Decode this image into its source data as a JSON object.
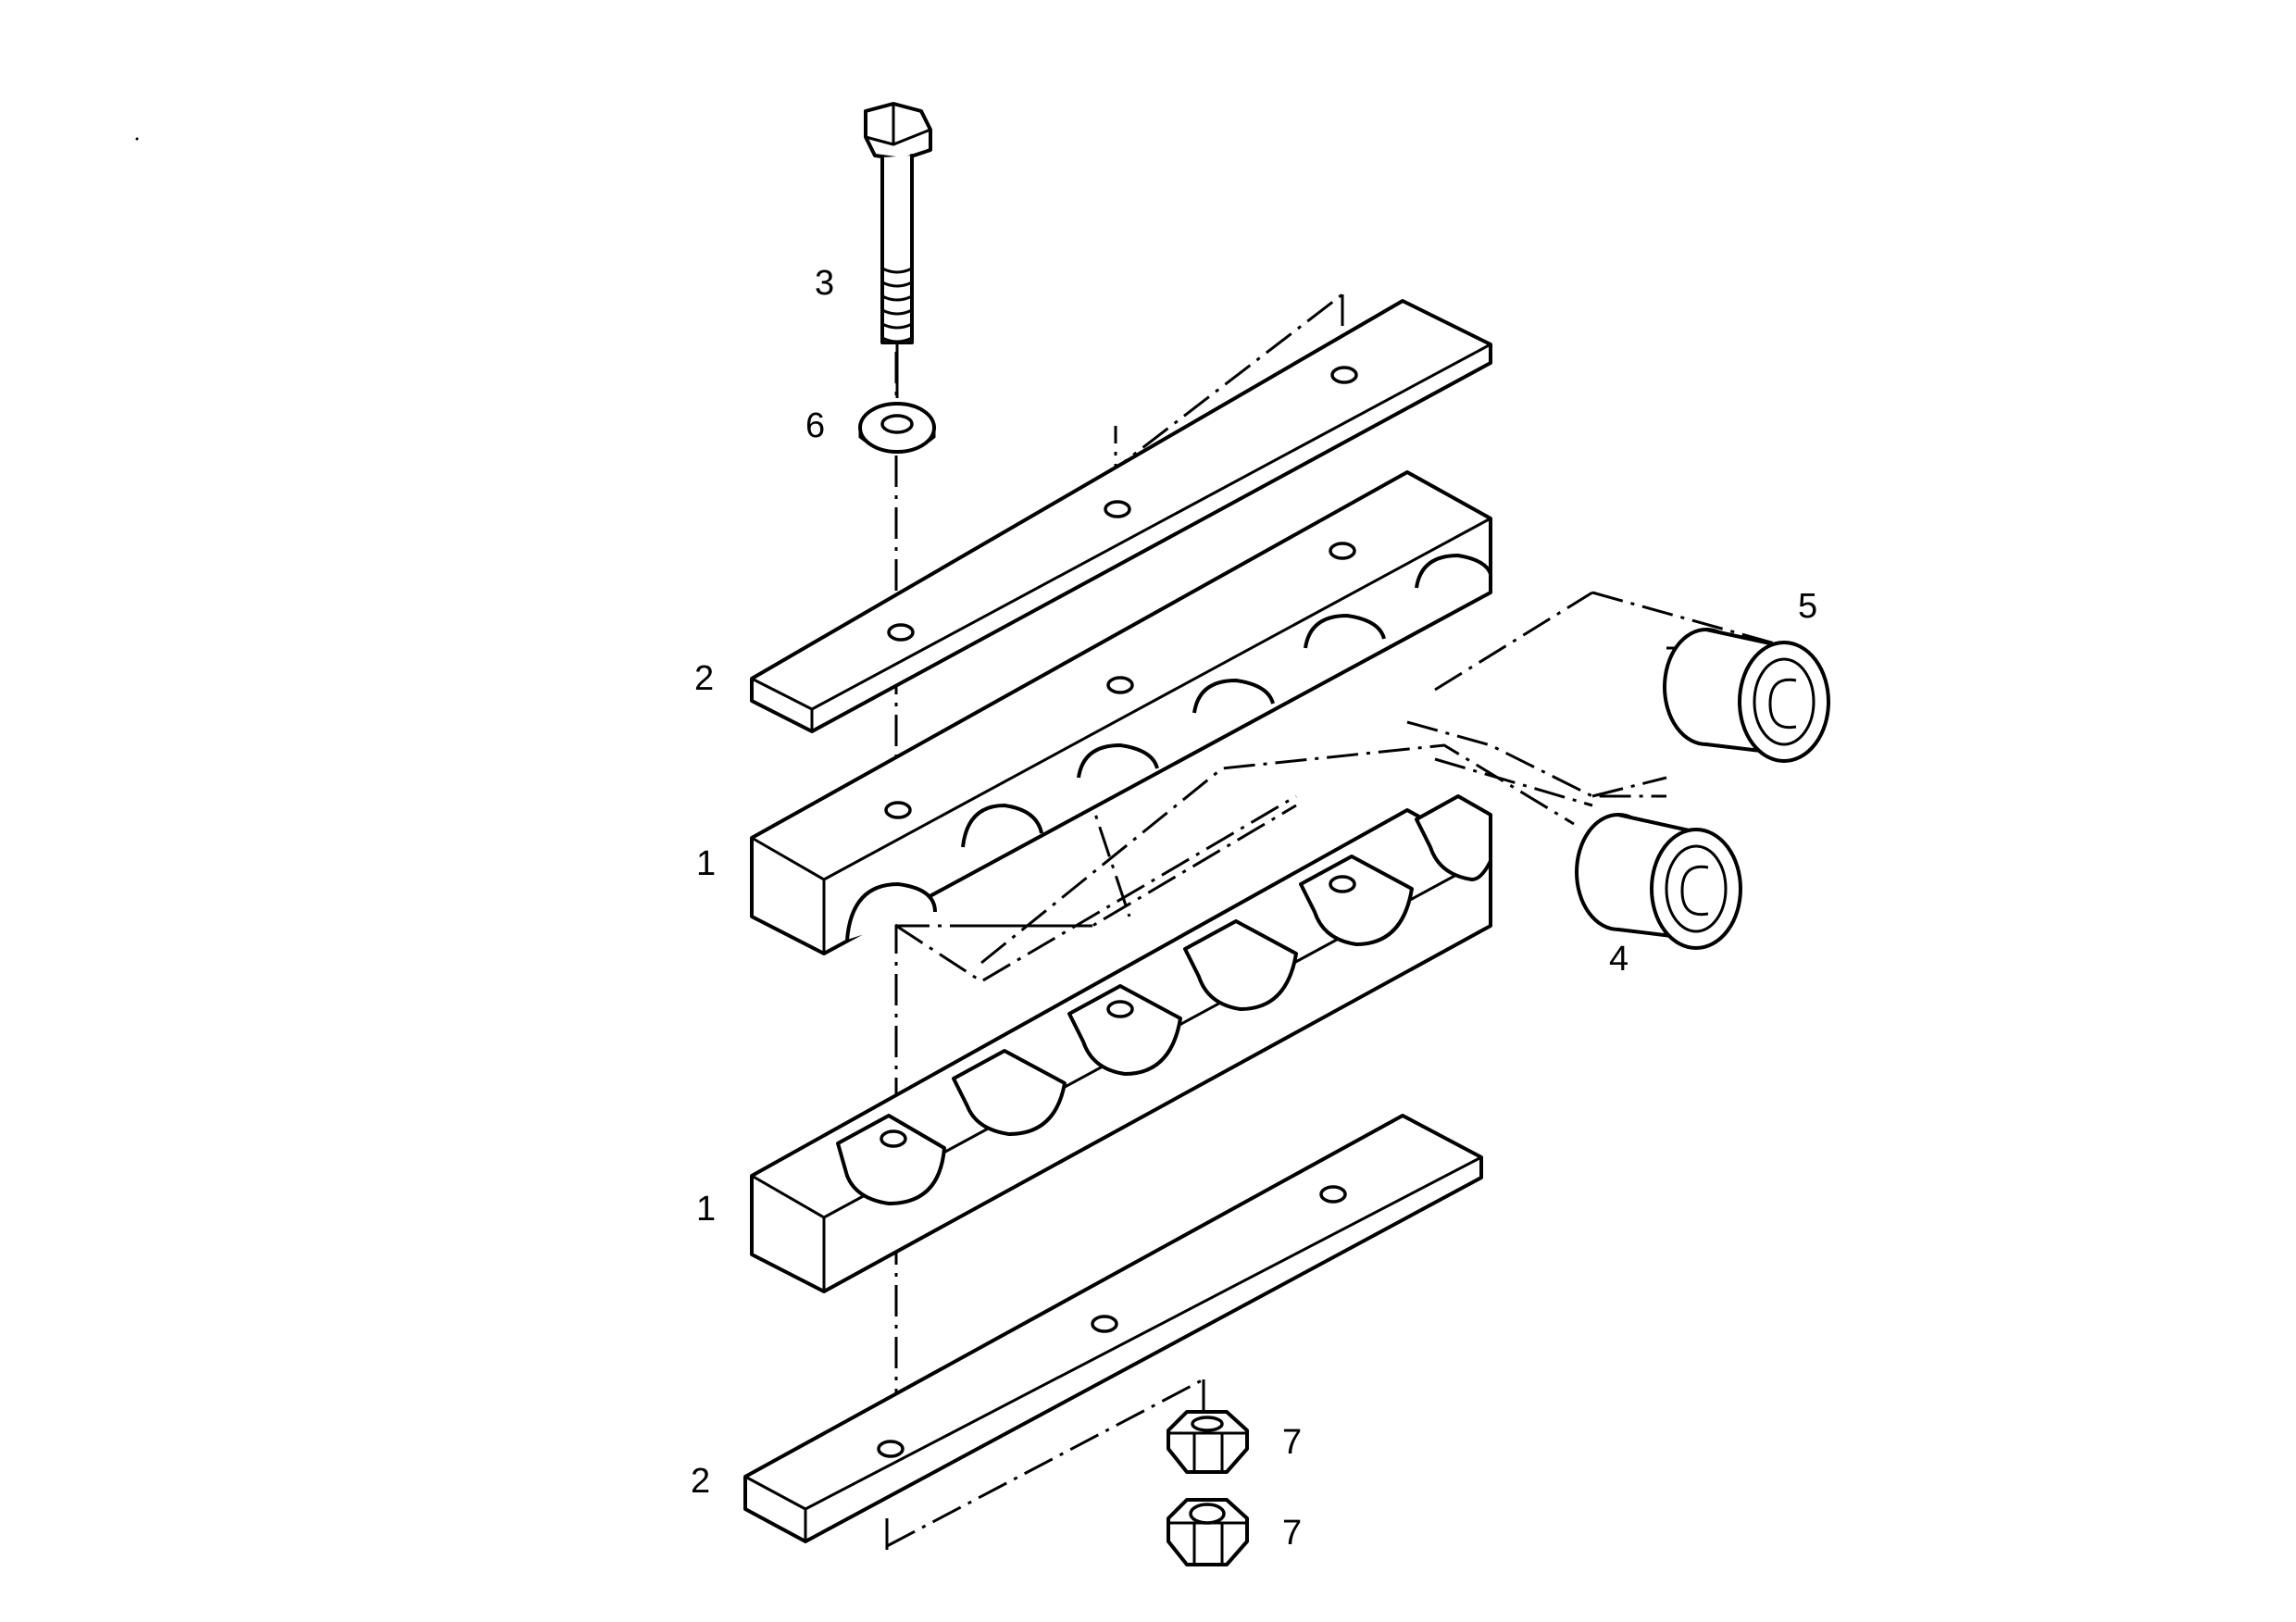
{
  "callouts": [
    {
      "id": "strip-top",
      "label": "2"
    },
    {
      "id": "block-top",
      "label": "1"
    },
    {
      "id": "block-bottom",
      "label": "1"
    },
    {
      "id": "strip-bottom",
      "label": "2"
    },
    {
      "id": "bolt",
      "label": "3"
    },
    {
      "id": "washer",
      "label": "6"
    },
    {
      "id": "grommet-upper",
      "label": "5"
    },
    {
      "id": "grommet-lower",
      "label": "4"
    },
    {
      "id": "nut-upper",
      "label": "7"
    },
    {
      "id": "nut-lower",
      "label": "7"
    }
  ]
}
